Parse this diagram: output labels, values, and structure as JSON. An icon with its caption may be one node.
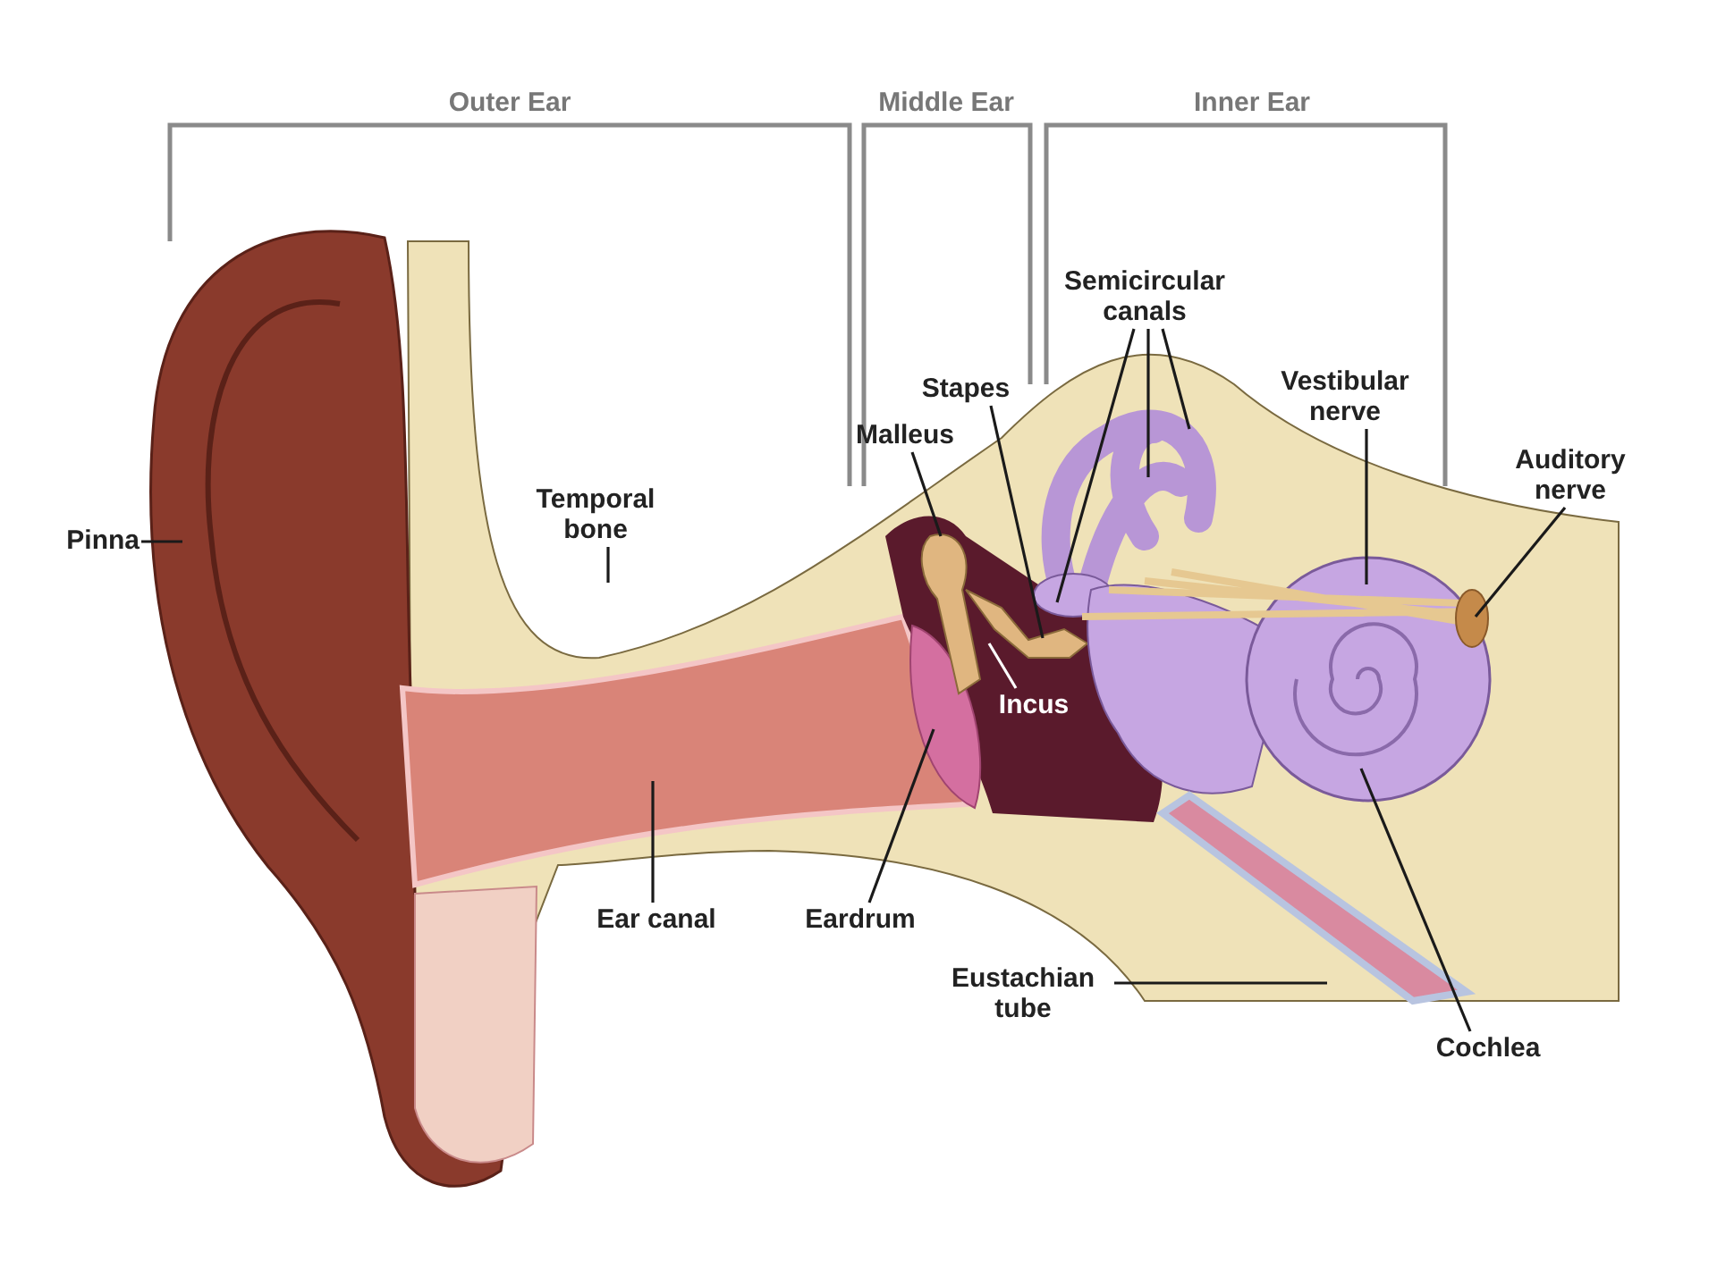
{
  "diagram": {
    "nodes": [
      {
        "text": [
          "Pinna"
        ]
      },
      {
        "text": [
          "Temporal bone"
        ]
      },
      {
        "text": [
          "Malleus"
        ]
      },
      {
        "text": [
          "Stapes"
        ]
      },
      {
        "text": [
          "Semicircular canals"
        ]
      },
      {
        "text": [
          "Vestibular nerve"
        ]
      },
      {
        "text": [
          "Auditory nerve"
        ]
      },
      {
        "text": [
          "Incus"
        ]
      },
      {
        "text": [
          "Eardrum"
        ]
      },
      {
        "text": [
          "Ear canal"
        ]
      },
      {
        "text": [
          "Eustachian tube"
        ]
      },
      {
        "text": [
          "Cochlea"
        ]
      }
    ],
    "edges": [
      {
        "from": 0,
        "to": null,
        "arrow": "none"
      },
      {
        "from": 1,
        "to": null,
        "arrow": "none"
      },
      {
        "from": 2,
        "to": null,
        "arrow": "none"
      },
      {
        "from": 3,
        "to": null,
        "arrow": "none"
      },
      {
        "from": 4,
        "to": null,
        "arrow": "none"
      },
      {
        "from": 4,
        "to": null,
        "arrow": "none"
      },
      {
        "from": 4,
        "to": null,
        "arrow": "none"
      },
      {
        "from": 5,
        "to": null,
        "arrow": "none"
      },
      {
        "from": 6,
        "to": null,
        "arrow": "none"
      },
      {
        "from": 7,
        "to": null,
        "arrow": "none",
        "color": "#ffffff"
      },
      {
        "from": 8,
        "to": null,
        "arrow": "none"
      },
      {
        "from": 9,
        "to": null,
        "arrow": "none"
      },
      {
        "from": 10,
        "to": null,
        "arrow": "none"
      },
      {
        "from": 11,
        "to": null,
        "arrow": "none"
      }
    ],
    "labels": [
      "Outer Ear",
      "Middle Ear",
      "Inner Ear"
    ]
  }
}
